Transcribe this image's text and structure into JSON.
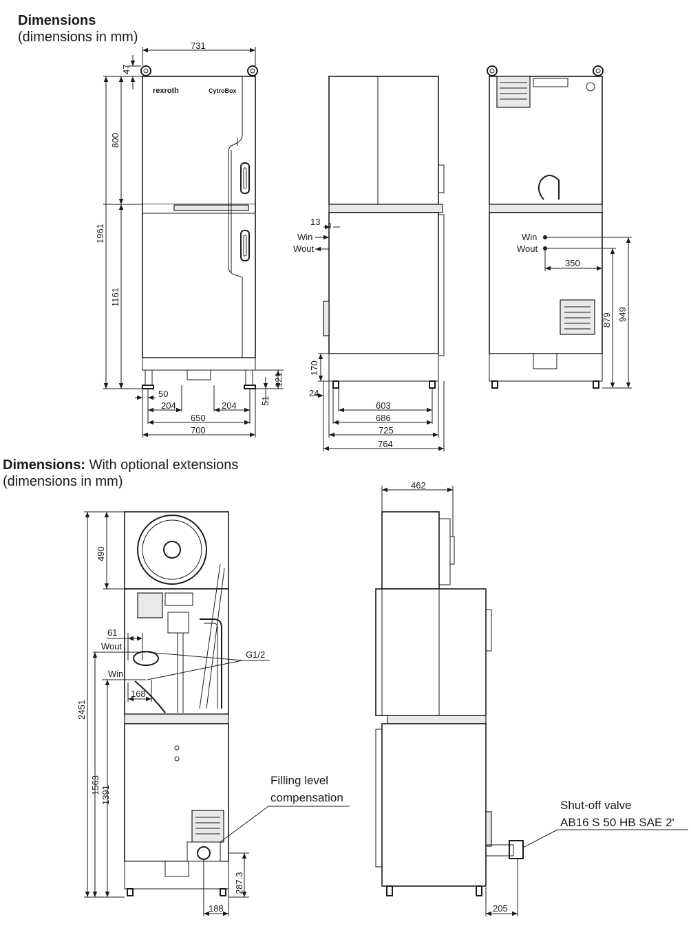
{
  "heading1": {
    "bold": "Dimensions",
    "sub": "(dimensions in mm)"
  },
  "heading2": {
    "bold": "Dimensions:",
    "rest": " With optional extensions",
    "sub": "(dimensions in mm)"
  },
  "brand": {
    "logo": "rexroth",
    "model": "CytroBox"
  },
  "front_top": {
    "width_top": "731",
    "top_offset": "47",
    "upper": "800",
    "total": "1961",
    "lower": "1161",
    "feet_h": "121",
    "foot": "51",
    "edge": "50",
    "foot_left": "204",
    "foot_right": "204",
    "w650": "650",
    "w700": "700"
  },
  "side_top": {
    "d13": "13",
    "win": "Win",
    "wout": "Wout",
    "d170": "170",
    "d24": "24",
    "d603": "603",
    "d686": "686",
    "d725": "725",
    "d764": "764"
  },
  "rear_top": {
    "win": "Win",
    "wout": "Wout",
    "d350": "350",
    "d879": "879",
    "d949": "949"
  },
  "front_ext": {
    "d490": "490",
    "d61": "61",
    "wout": "Wout",
    "win": "Win",
    "g12": "G1/2",
    "d168": "168",
    "d2451": "2451",
    "d1563": "1563",
    "d1391": "1391",
    "d287": "287.3",
    "d188": "188",
    "filling1": "Filling level",
    "filling2": "compensation"
  },
  "side_ext": {
    "d462": "462",
    "d205": "205",
    "shutoff1": "Shut-off valve",
    "shutoff2": "AB16 S 50 HB SAE 2'"
  }
}
